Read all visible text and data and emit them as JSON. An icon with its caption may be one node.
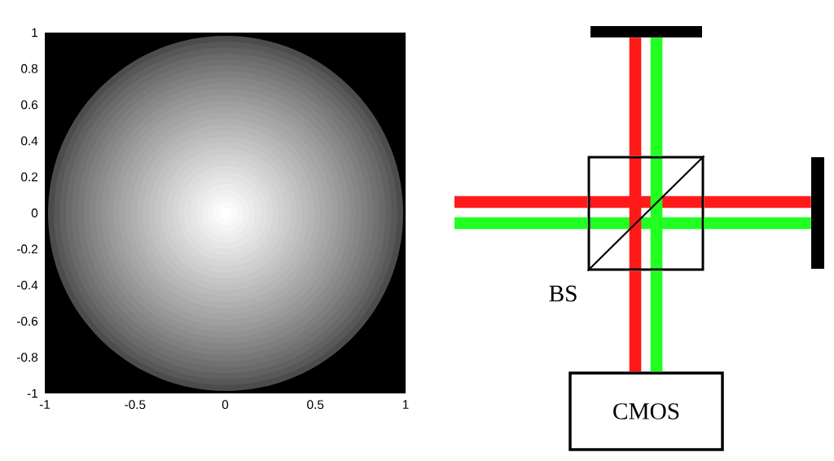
{
  "diagram": {
    "nodes": [
      {
        "text": [],
        "shape": "bar"
      },
      {
        "text": [],
        "shape": "box",
        "beside": [
          "BS"
        ]
      },
      {
        "text": [],
        "shape": "bar"
      },
      {
        "text": [
          "CMOS"
        ]
      }
    ],
    "edges": [
      {
        "from": null,
        "to": 1,
        "arrow": "none",
        "color": "#ff1a1a"
      },
      {
        "from": null,
        "to": 1,
        "arrow": "none",
        "color": "#22ff22"
      },
      {
        "from": 1,
        "to": 2,
        "arrow": "none",
        "color": "#ff1a1a"
      },
      {
        "from": 1,
        "to": 2,
        "arrow": "none",
        "color": "#22ff22"
      },
      {
        "from": 1,
        "to": 0,
        "arrow": "none",
        "color": "#ff1a1a"
      },
      {
        "from": 1,
        "to": 0,
        "arrow": "none",
        "color": "#22ff22"
      },
      {
        "from": 1,
        "to": 3,
        "arrow": "none",
        "color": "#ff1a1a"
      },
      {
        "from": 1,
        "to": 3,
        "arrow": "none",
        "color": "#22ff22"
      }
    ],
    "labels": [
      "1",
      "0.8",
      "0.6",
      "0.4",
      "0.2",
      "0",
      "-0.2",
      "-0.4",
      "-0.6",
      "-0.8",
      "-1",
      "-1",
      "-0.5",
      "0",
      "0.5",
      "1"
    ]
  }
}
